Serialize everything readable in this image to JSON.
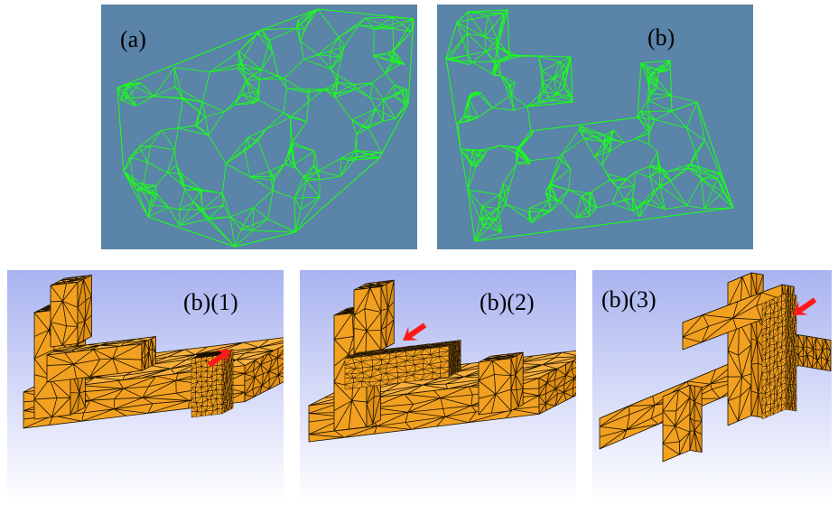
{
  "panels": {
    "a": {
      "label": "(a)",
      "style": "wireframe"
    },
    "b": {
      "label": "(b)",
      "style": "wireframe"
    },
    "b1": {
      "label": "(b)(1)",
      "style": "shaded"
    },
    "b2": {
      "label": "(b)(2)",
      "style": "shaded"
    },
    "b3": {
      "label": "(b)(3)",
      "style": "shaded"
    }
  },
  "colors": {
    "wire_background": "#5a84a8",
    "wire_edges": "#19ff19",
    "solid_fill": "#f5a623",
    "solid_edges": "#1a1000",
    "gradient_top": "#a9b3f0",
    "gradient_bottom": "#ffffff",
    "arrow": "#ff1a1a"
  }
}
